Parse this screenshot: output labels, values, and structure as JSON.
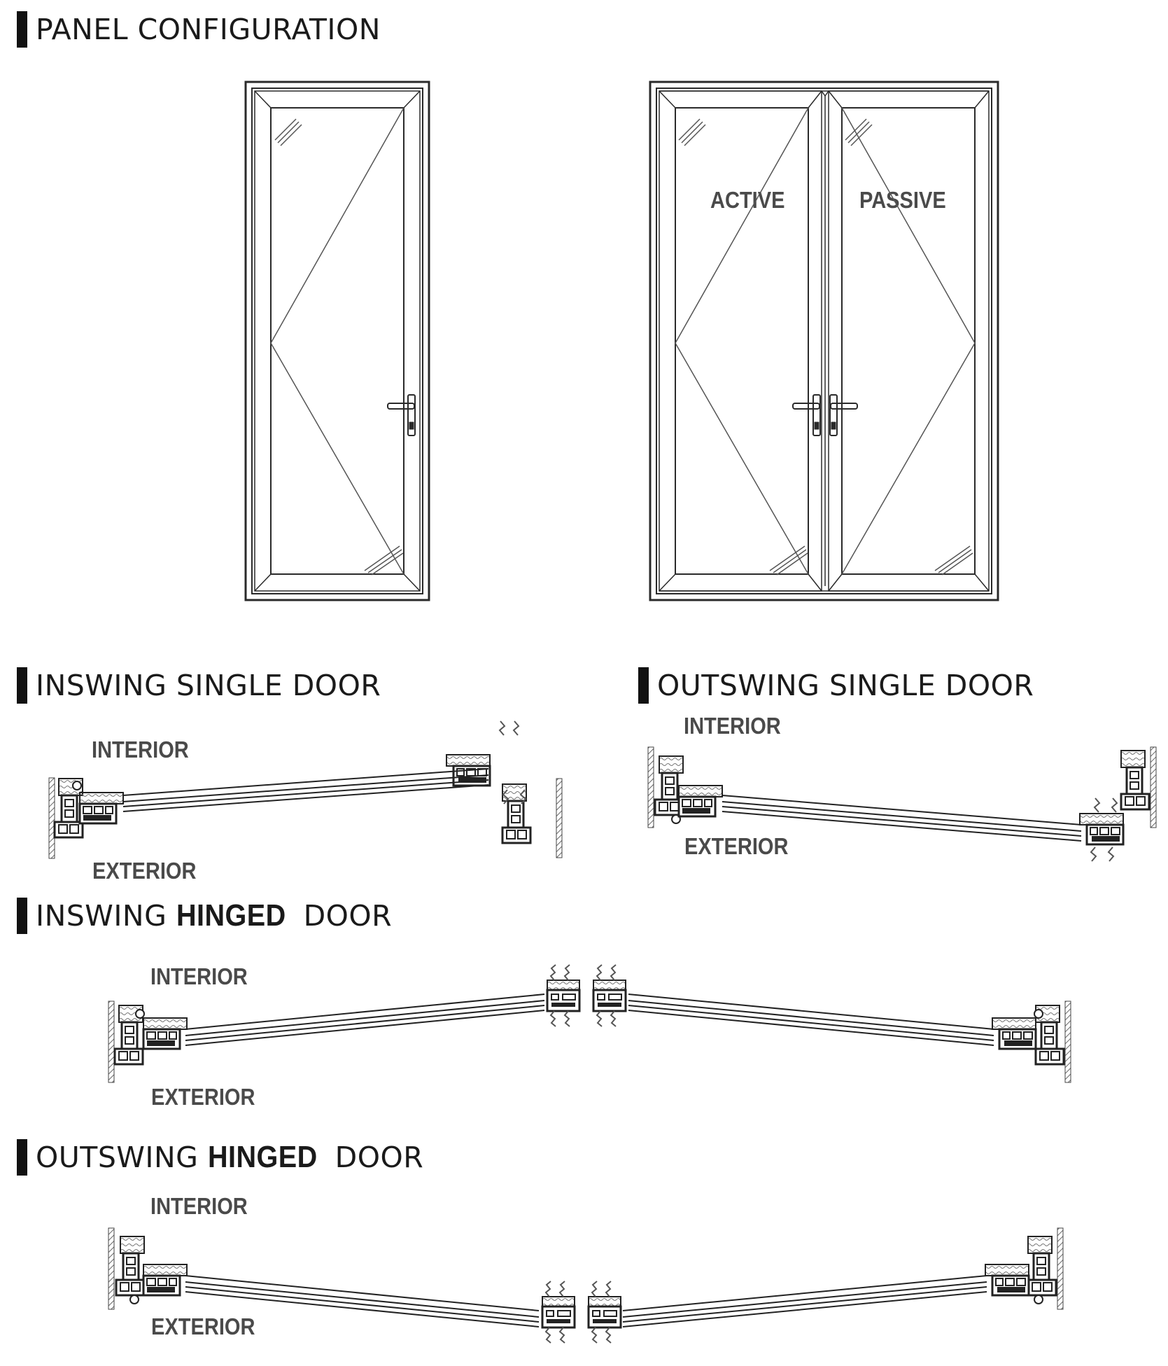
{
  "headings": {
    "panel": "PANEL CONFIGURATION",
    "inswing_single": "INSWING SINGLE DOOR",
    "outswing_single": "OUTSWING SINGLE DOOR",
    "inswing_hinged": {
      "pre": "INSWING ",
      "bold": "HINGED",
      "post": " DOOR"
    },
    "outswing_hinged": {
      "pre": "OUTSWING ",
      "bold": "HINGED",
      "post": " DOOR"
    }
  },
  "elevation_labels": {
    "active": "ACTIVE",
    "passive": "PASSIVE"
  },
  "section_labels": {
    "interior": "INTERIOR",
    "exterior": "EXTERIOR"
  },
  "colors": {
    "line": "#2a2a2a",
    "text_heading": "#1a1a1a",
    "text_label": "#4a4a4a",
    "wall_hatch": "#888888"
  }
}
